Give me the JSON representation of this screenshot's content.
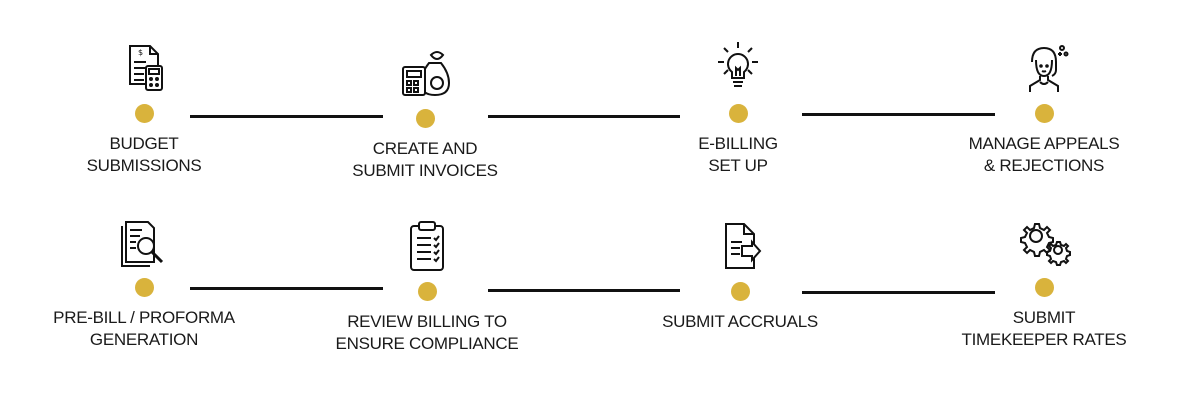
{
  "colors": {
    "accent": "#d9b33c",
    "line": "#111111"
  },
  "rows": [
    {
      "steps": [
        {
          "icon": "budget-calculator-icon",
          "line1": "BUDGET",
          "line2": "SUBMISSIONS"
        },
        {
          "icon": "money-bag-calculator-icon",
          "line1": "CREATE AND",
          "line2": "SUBMIT INVOICES"
        },
        {
          "icon": "lightbulb-icon",
          "line1": "E-BILLING",
          "line2": "SET UP"
        },
        {
          "icon": "person-thinking-icon",
          "line1": "MANAGE APPEALS",
          "line2": "& REJECTIONS"
        }
      ]
    },
    {
      "steps": [
        {
          "icon": "document-magnifier-icon",
          "line1": "PRE-BILL / PROFORMA",
          "line2": "GENERATION"
        },
        {
          "icon": "clipboard-checklist-icon",
          "line1": "REVIEW BILLING TO",
          "line2": "ENSURE COMPLIANCE"
        },
        {
          "icon": "document-arrow-icon",
          "line1": "SUBMIT ACCRUALS",
          "line2": ""
        },
        {
          "icon": "gears-icon",
          "line1": "SUBMIT",
          "line2": "TIMEKEEPER RATES"
        }
      ]
    }
  ]
}
